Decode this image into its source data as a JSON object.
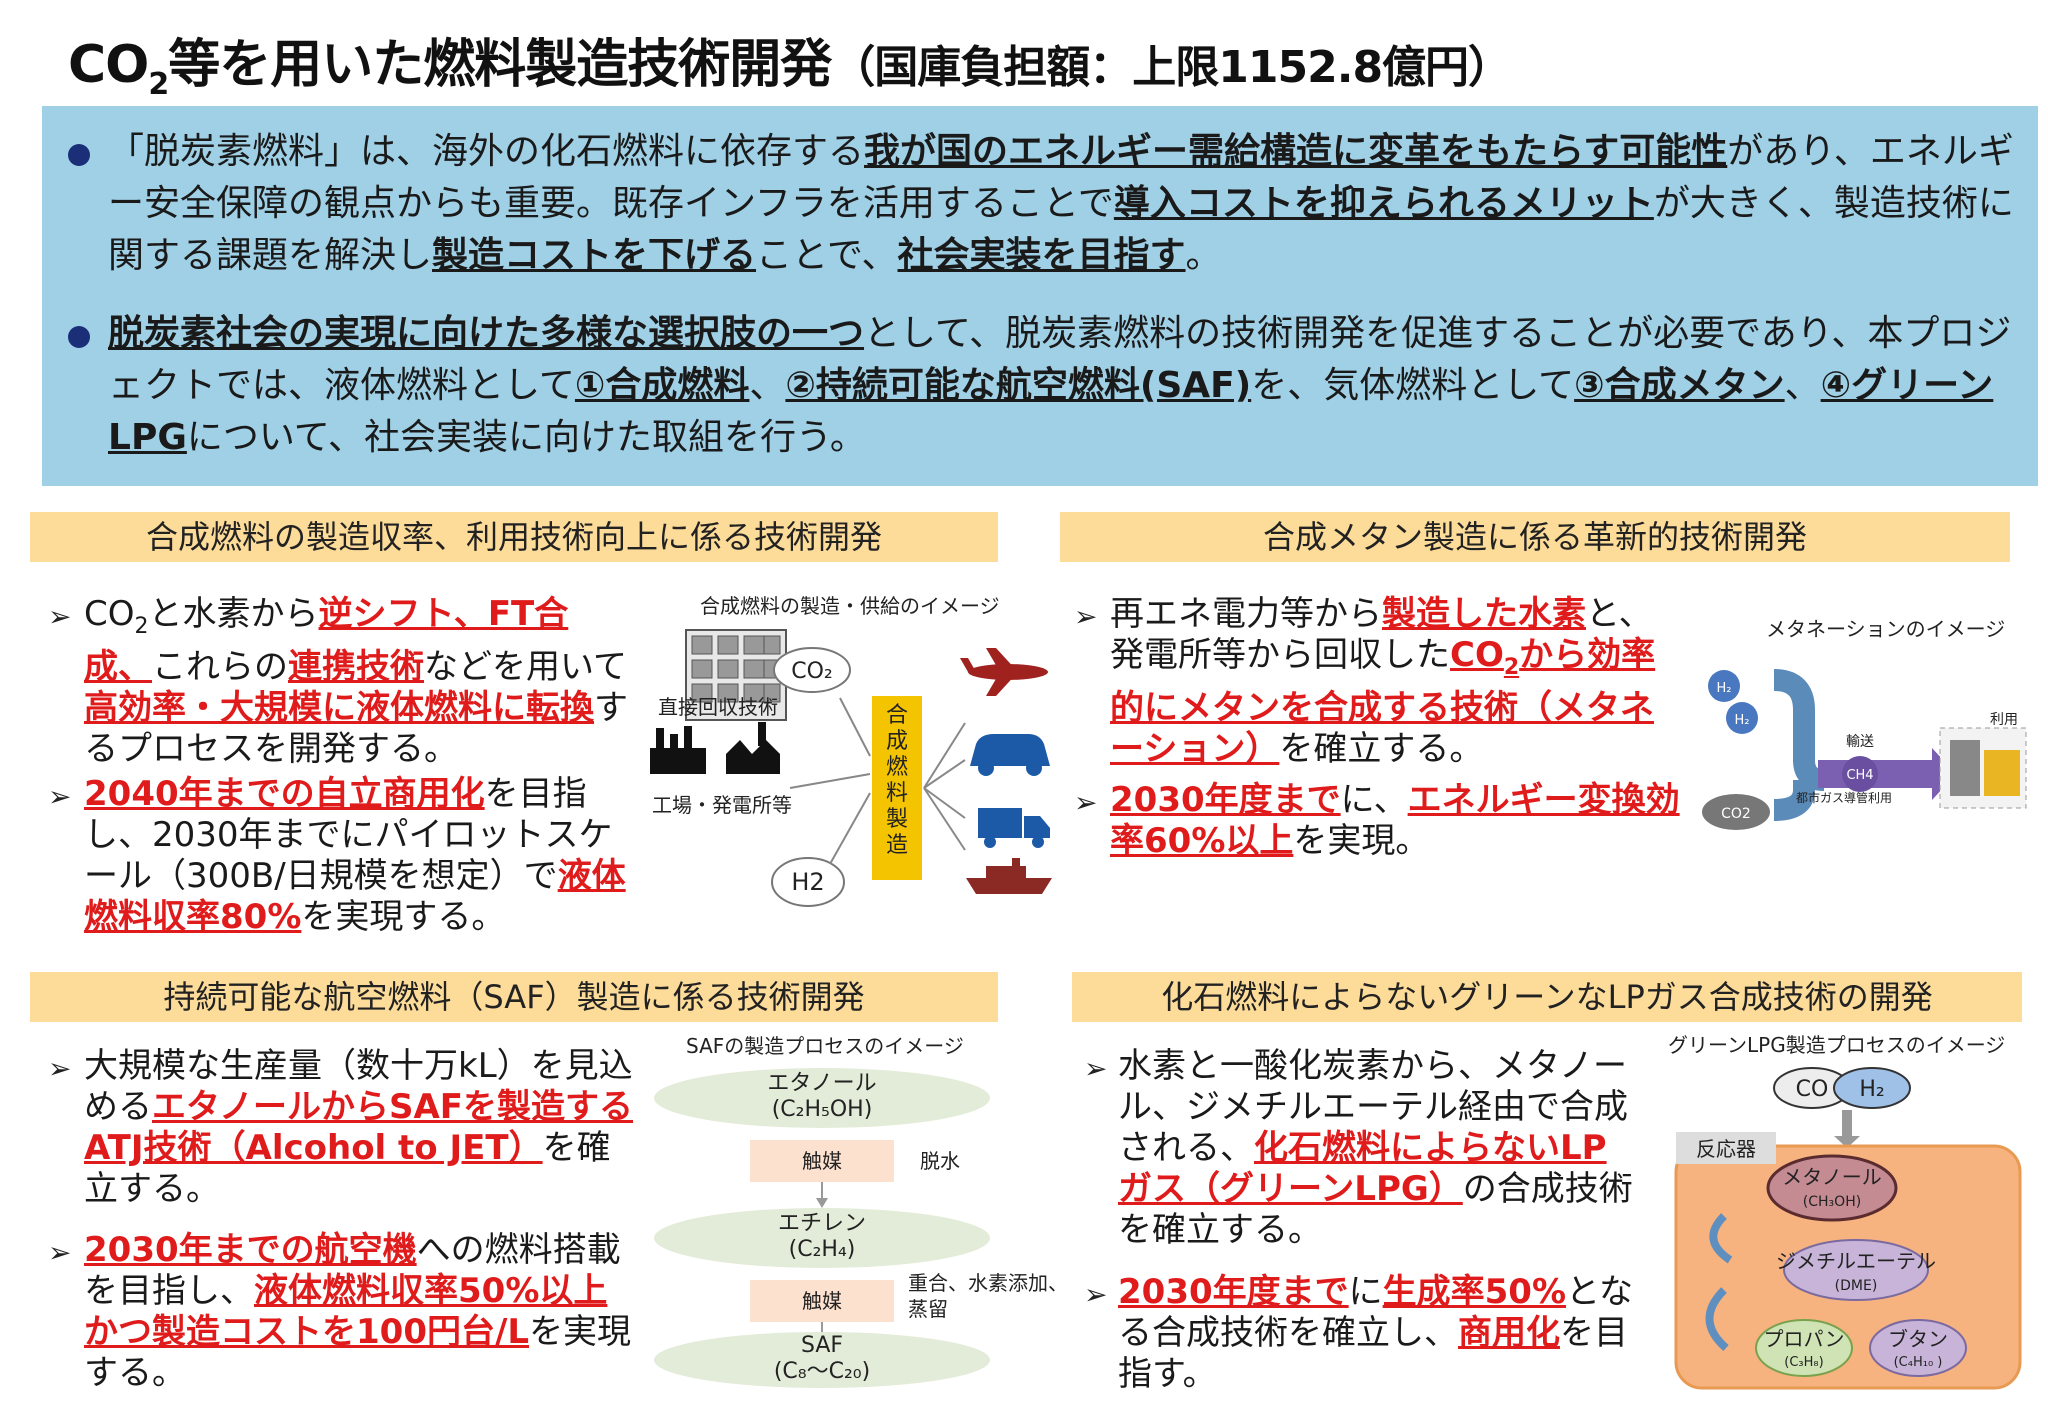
{
  "title": {
    "prefix": "CO",
    "sub": "2",
    "main": "等を用いた燃料製造技術開発",
    "cost": "（国庫負担額：上限1152.8億円）"
  },
  "intro": {
    "p1": [
      {
        "t": "「脱炭素燃料」は、海外の化石燃料に依存する"
      },
      {
        "t": "我が国のエネルギー需給構造に変革をもたらす可能性",
        "s": "u"
      },
      {
        "t": "があり、エネルギー安全保障の観点からも重要。既存インフラを活用することで"
      },
      {
        "t": "導入コストを抑えられるメリット",
        "s": "u"
      },
      {
        "t": "が大きく、製造技術に関する課題を解決し"
      },
      {
        "t": "製造コストを下げる",
        "s": "u"
      },
      {
        "t": "ことで、"
      },
      {
        "t": "社会実装を目指す",
        "s": "u"
      },
      {
        "t": "。"
      }
    ],
    "p2": [
      {
        "t": "脱炭素社会の実現に向けた多様な選択肢の一つ",
        "s": "u"
      },
      {
        "t": "として、脱炭素燃料の技術開発を促進することが必要であり、本プロジェクトでは、液体燃料として"
      },
      {
        "t": "①合成燃料",
        "s": "u"
      },
      {
        "t": "、"
      },
      {
        "t": "②持続可能な航空燃料(SAF)",
        "s": "u"
      },
      {
        "t": "を、気体燃料として"
      },
      {
        "t": "③合成メタン",
        "s": "u"
      },
      {
        "t": "、"
      },
      {
        "t": "④グリーンLPG",
        "s": "u"
      },
      {
        "t": "について、社会実装に向けた取組を行う。"
      }
    ]
  },
  "sections": {
    "synfuel": {
      "heading": "合成燃料の製造収率、利用技術向上に係る技術開発",
      "b1": [
        {
          "t": "CO"
        },
        {
          "t": "2",
          "s": "sub"
        },
        {
          "t": "と水素から"
        },
        {
          "t": "逆シフト、FT合成、",
          "s": "red"
        },
        {
          "t": "これらの"
        },
        {
          "t": "連携技術",
          "s": "red"
        },
        {
          "t": "などを用いて"
        },
        {
          "t": "高効率・大規模に液体燃料に転換",
          "s": "red"
        },
        {
          "t": "するプロセスを開発する。"
        }
      ],
      "b2": [
        {
          "t": "2040年までの自立商用化",
          "s": "red"
        },
        {
          "t": "を目指し、2030年までにパイロットスケール（300B/日規模を想定）で"
        },
        {
          "t": "液体燃料収率80%",
          "s": "red"
        },
        {
          "t": "を実現する。"
        }
      ],
      "diagram": {
        "caption": "合成燃料の製造・供給のイメージ",
        "co2": "CO₂",
        "dac": "直接回収技術",
        "factory": "工場・発電所等",
        "h2": "H2",
        "process": "合成燃料製造"
      }
    },
    "methane": {
      "heading": "合成メタン製造に係る革新的技術開発",
      "b1": [
        {
          "t": "再エネ電力等から"
        },
        {
          "t": "製造した水素",
          "s": "red"
        },
        {
          "t": "と、発電所等から回収した"
        },
        {
          "t": "CO",
          "s": "red"
        },
        {
          "t": "2",
          "s": "redsub"
        },
        {
          "t": "から効率的にメタンを合成する技術（メタネーション）",
          "s": "red"
        },
        {
          "t": "を確立する。"
        }
      ],
      "b2": [
        {
          "t": "2030年度まで",
          "s": "red"
        },
        {
          "t": "に、"
        },
        {
          "t": "エネルギー変換効率60%以上",
          "s": "red"
        },
        {
          "t": "を実現。"
        }
      ],
      "diagram": {
        "caption": "メタネーションのイメージ",
        "h2": "H₂",
        "co2": "CO2",
        "ch4": "CH4",
        "transport": "輸送",
        "use": "利用",
        "grid": "都市ガス導管利用"
      }
    },
    "saf": {
      "heading": "持続可能な航空燃料（SAF）製造に係る技術開発",
      "b1": [
        {
          "t": "大規模な生産量（数十万kL）を見込める"
        },
        {
          "t": "エタノールからSAFを製造するATJ技術（Alcohol to JET）",
          "s": "red"
        },
        {
          "t": "を確立する。"
        }
      ],
      "b2": [
        {
          "t": "2030年までの航空機",
          "s": "red"
        },
        {
          "t": "への燃料搭載を目指し、"
        },
        {
          "t": "液体燃料収率50%以上かつ製造コストを100円台/L",
          "s": "red"
        },
        {
          "t": "を実現する。"
        }
      ],
      "diagram": {
        "caption": "SAFの製造プロセスのイメージ",
        "ethanol": "エタノール",
        "ethanol_f": "(C₂H₅OH)",
        "cat1": "触媒",
        "dehydrate": "脱水",
        "ethylene": "エチレン",
        "ethylene_f": "(C₂H₄)",
        "cat2": "触媒",
        "steps": "重合、水素添加、",
        "steps2": "蒸留",
        "saf": "SAF",
        "saf_f": "(C₈〜C₂₀)"
      }
    },
    "lpg": {
      "heading": "化石燃料によらないグリーンなLPガス合成技術の開発",
      "b1": [
        {
          "t": "水素と一酸化炭素から、メタノール、ジメチルエーテル経由で合成される、"
        },
        {
          "t": "化石燃料によらないLPガス（グリーンLPG）",
          "s": "red"
        },
        {
          "t": "の合成技術を確立する。"
        }
      ],
      "b2": [
        {
          "t": "2030年度まで",
          "s": "red"
        },
        {
          "t": "に"
        },
        {
          "t": "生成率50%",
          "s": "red"
        },
        {
          "t": "となる合成技術を確立し、"
        },
        {
          "t": "商用化",
          "s": "red"
        },
        {
          "t": "を目指す。"
        }
      ],
      "diagram": {
        "caption": "グリーンLPG製造プロセスのイメージ",
        "co": "CO",
        "h2": "H₂",
        "reactor": "反応器",
        "methanol": "メタノール",
        "methanol_f": "(CH₃OH)",
        "dme": "ジメチルエーテル",
        "dme_f": "(DME)",
        "propane": "プロパン",
        "propane_f": "(C₃H₈)",
        "butane": "ブタン",
        "butane_f": "(C₄H₁₀ )"
      }
    }
  },
  "colors": {
    "blue_box": "#9fd0e6",
    "heading_bg": "#fddc9a",
    "accent_red": "#e01b1b",
    "bullet_navy": "#1b2f78",
    "process_yellow": "#f5c400"
  }
}
